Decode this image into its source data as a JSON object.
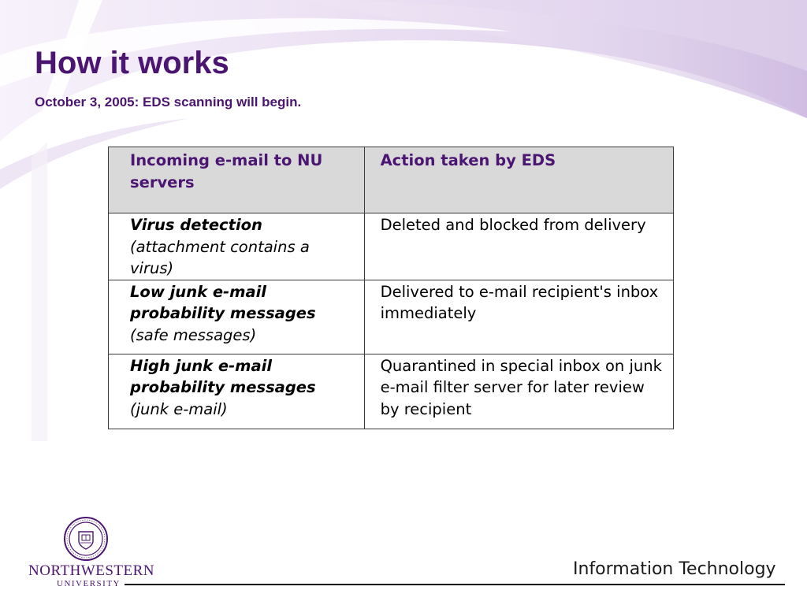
{
  "slide": {
    "title": "How it works",
    "subtitle": "October 3, 2005: EDS scanning will begin."
  },
  "table": {
    "headers": [
      "Incoming e-mail to NU servers",
      "Action taken by EDS"
    ],
    "rows": [
      {
        "type": "Virus detection",
        "detail": "(attachment contains a virus)",
        "action": "Deleted and blocked from delivery"
      },
      {
        "type": "Low junk e-mail probability messages",
        "detail": "(safe messages)",
        "action": "Delivered to e-mail recipient's inbox immediately"
      },
      {
        "type": "High junk e-mail probability messages",
        "detail": "(junk e-mail)",
        "action": "Quarantined in special inbox on junk e-mail filter server for later review by recipient"
      }
    ]
  },
  "footer": {
    "logo_name": "NORTHWESTERN",
    "logo_sub": "UNIVERSITY",
    "department": "Information Technology"
  },
  "colors": {
    "brand_purple": "#4b1572",
    "header_fill": "#d9d9d9",
    "swoosh_light": "#efe8f5"
  }
}
